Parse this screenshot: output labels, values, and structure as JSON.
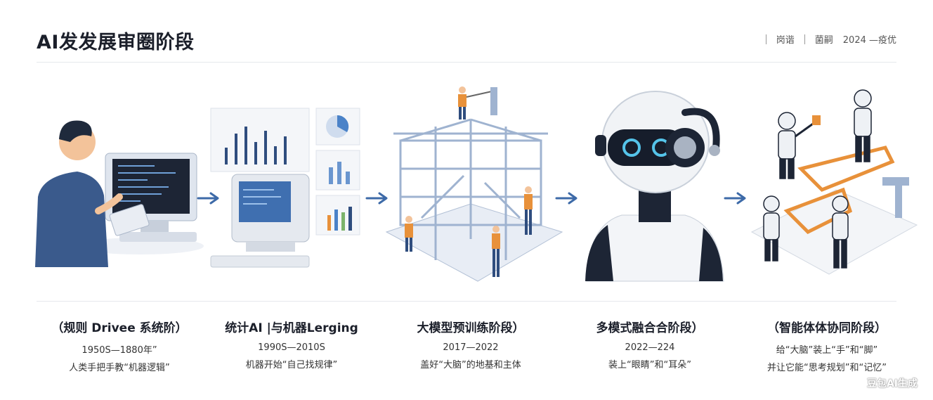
{
  "header": {
    "title": "AI发发展审圈阶段",
    "right_a": "岗谐",
    "right_b": "菌嗣",
    "right_c": "2024 —疫优"
  },
  "stages": [
    {
      "title": "（规则 Drivee 系统阶）",
      "years": "1950S—1880年”",
      "desc": "人类手把手教“机器逻辑”"
    },
    {
      "title": "统计AI |与机器Lerging",
      "years": "1990S—2010S",
      "desc": "机器开始“自己找规律”"
    },
    {
      "title": "大模型预训练阶段）",
      "years": "2017—2022",
      "desc": "盖好“大脑”的地基和主体"
    },
    {
      "title": "多模式融合合阶段）",
      "years": "2022—224",
      "desc": "装上“眼睛”和“耳朵”"
    },
    {
      "title": "（智能体体协同阶段）",
      "years": "给“大脑”装上“手”和“脚”",
      "desc": "并让它能“思考规划”和“记忆”"
    }
  ],
  "watermark": "豆包AI生成",
  "colors": {
    "accent": "#2f4d7e",
    "orange": "#e8913a",
    "steel": "#9fb3d0",
    "screen": "#1d2535"
  }
}
